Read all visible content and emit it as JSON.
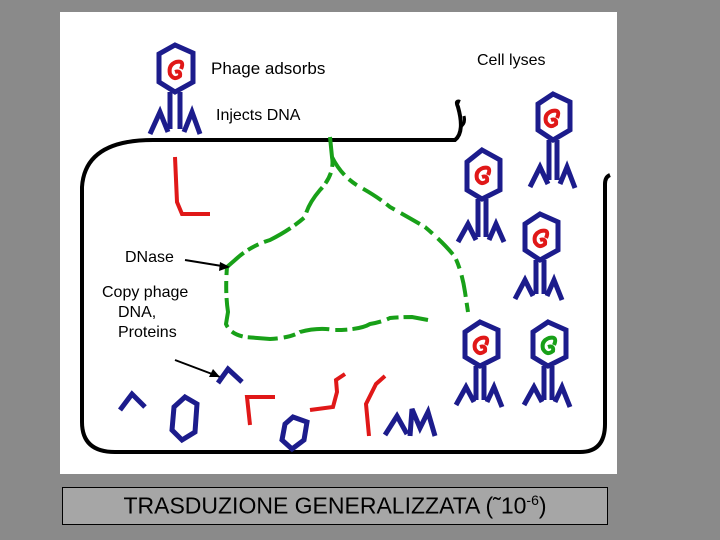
{
  "labels": {
    "phage_adsorbs": "Phage adsorbs",
    "injects_dna": "Injects DNA",
    "cell_lyses": "Cell lyses",
    "dnase": "DNase",
    "copy_line1": "Copy phage",
    "copy_line2": "DNA,",
    "copy_line3": "Proteins"
  },
  "caption": {
    "main": "TRASDUZIONE GENERALIZZATA (˜10",
    "exponent": "-6",
    "close": ")"
  },
  "colors": {
    "phage_body": "#1c1c8c",
    "phage_dna": "#e01818",
    "transducing_dna": "#18a018",
    "host_dna": "#18a018",
    "cell_wall": "#000000"
  }
}
